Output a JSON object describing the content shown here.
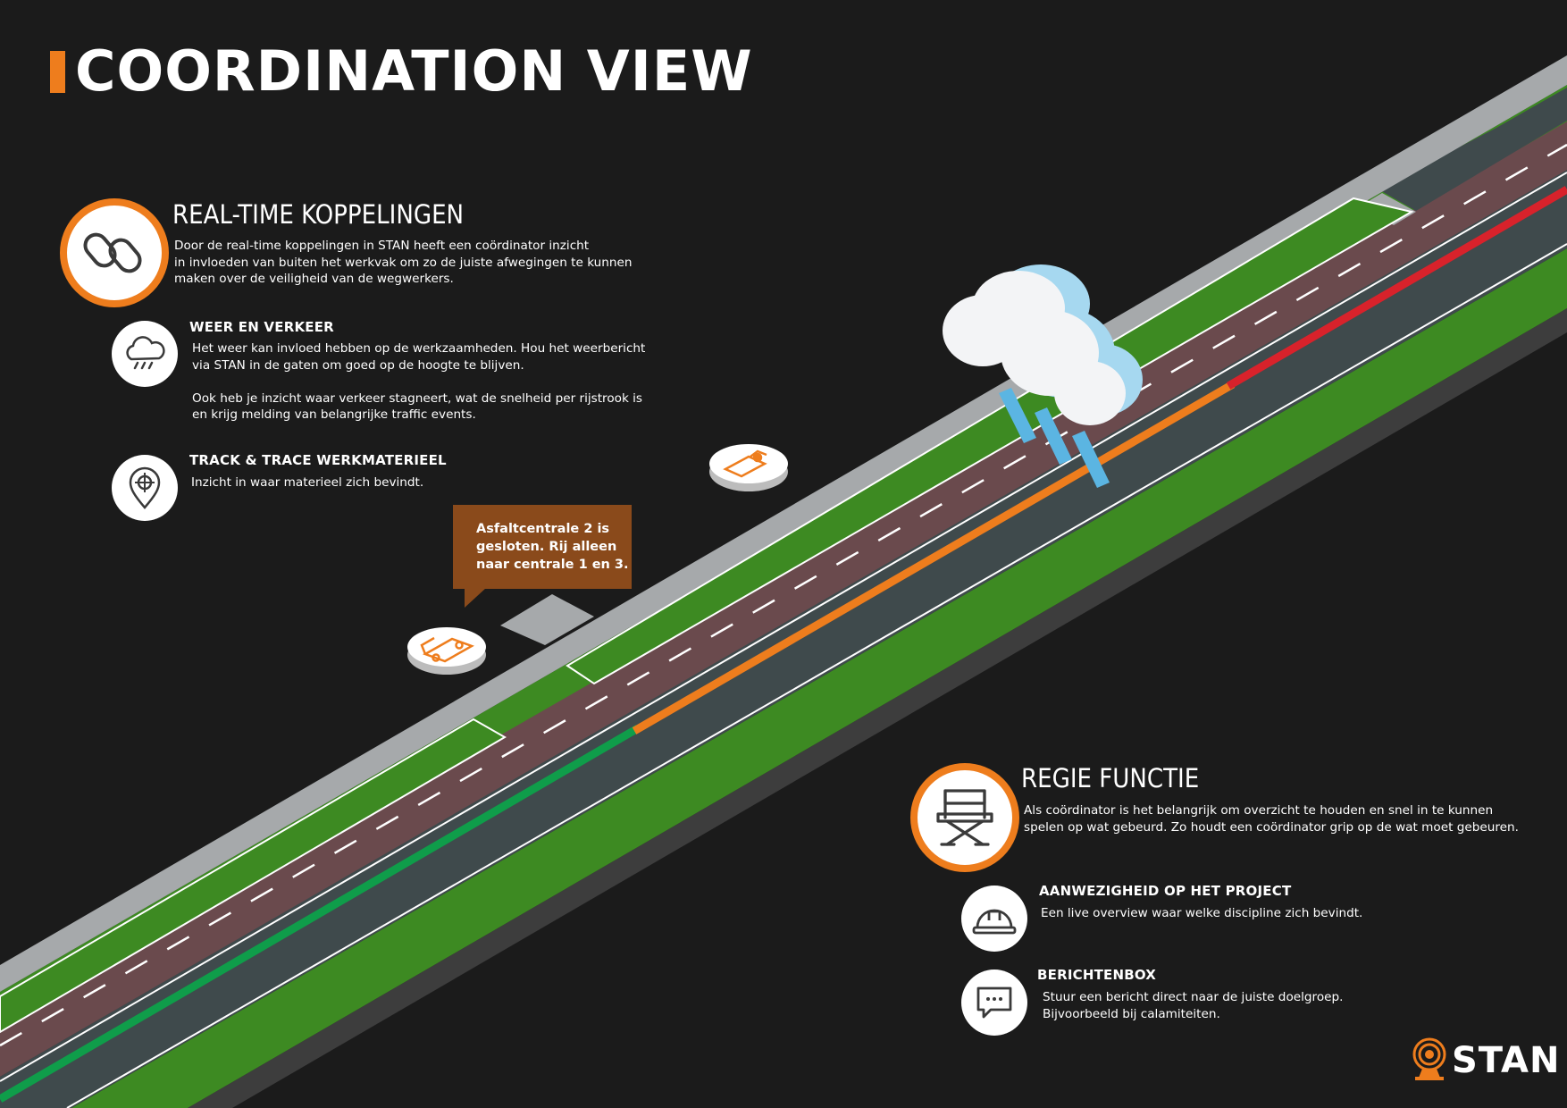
{
  "page": {
    "title": "COORDINATION VIEW"
  },
  "colors": {
    "background": "#1b1b1b",
    "accent_orange": "#ee7d1d",
    "road_grey": "#3f4a4c",
    "grass_green": "#3d8a22",
    "bike_lane": "#6a4a4d",
    "sidewalk": "#a6a9ab",
    "traffic_red": "#d8222b",
    "traffic_green": "#0f9d4a",
    "bubble_brown": "#8a4a1b"
  },
  "realtime": {
    "heading": "REAL-TIME KOPPELINGEN",
    "icon": "link-icon",
    "body": [
      "Door de real-time koppelingen in STAN heeft een coördinator inzicht",
      "in invloeden van buiten het werkvak om zo de juiste afwegingen te kunnen",
      "maken over de veiligheid van de wegwerkers."
    ]
  },
  "weather": {
    "heading": "WEER EN VERKEER",
    "icon": "rain-cloud-icon",
    "body": [
      "Het weer kan invloed hebben op de werkzaamheden. Hou het weerbericht",
      "via STAN in de gaten om goed op de hoogte te blijven.",
      "",
      "Ook heb je inzicht waar verkeer stagneert, wat de snelheid per rijstrook is",
      "en krijg melding van belangrijke traffic events."
    ]
  },
  "tracktrace": {
    "heading": "TRACK & TRACE WERKMATERIEEL",
    "icon": "location-pin-icon",
    "body": [
      "Inzicht in waar materieel zich bevindt."
    ]
  },
  "bubble": {
    "lines": [
      "Asfaltcentrale 2 is",
      "gesloten. Rij alleen",
      "naar centrale 1 en 3."
    ]
  },
  "regie": {
    "heading": "REGIE FUNCTIE",
    "icon": "director-chair-icon",
    "body": [
      "Als coördinator is het belangrijk om overzicht te houden en snel in te kunnen",
      "spelen op wat gebeurd. Zo houdt een coördinator grip op de wat moet gebeuren."
    ]
  },
  "presence": {
    "heading": "AANWEZIGHEID OP HET PROJECT",
    "icon": "hard-hat-icon",
    "body": [
      "Een live overview waar welke discipline zich bevindt."
    ]
  },
  "messages": {
    "heading": "BERICHTENBOX",
    "icon": "chat-bubble-icon",
    "body": [
      "Stuur een bericht direct naar de juiste doelgroep.",
      "Bijvoorbeeld bij calamiteiten."
    ]
  },
  "markers": {
    "paver_icon": "road-paver-icon",
    "truck_icon": "dump-truck-icon"
  },
  "logo": {
    "text": "STAN",
    "icon": "stan-beacon-icon"
  }
}
